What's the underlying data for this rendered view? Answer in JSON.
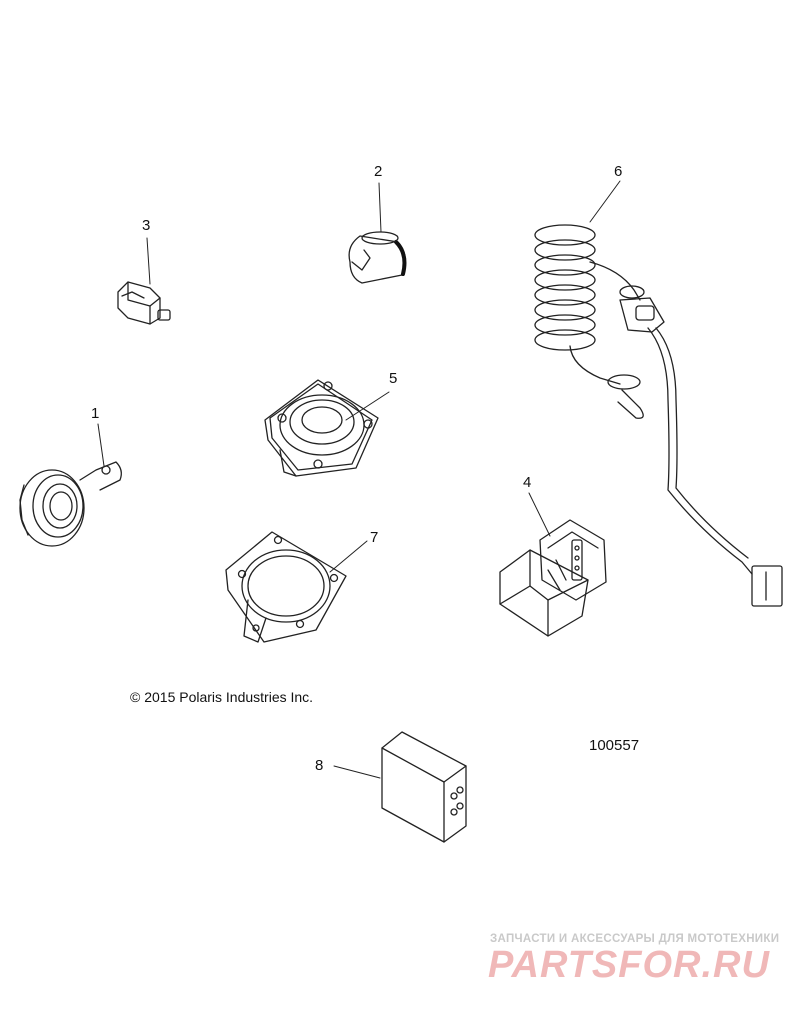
{
  "callouts": [
    "1",
    "2",
    "3",
    "4",
    "5",
    "6",
    "7",
    "8"
  ],
  "copyright": "© 2015 Polaris Industries Inc.",
  "drawing_number": "100557",
  "watermark": {
    "tagline": "ЗАПЧАСТИ И АКСЕССУАРЫ ДЛЯ МОТОТЕХНИКИ",
    "logo": "PARTSFOR.RU"
  }
}
